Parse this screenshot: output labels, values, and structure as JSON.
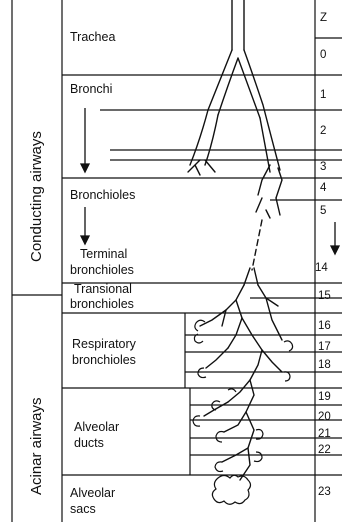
{
  "zones": {
    "conducting": "Conducting airways",
    "acinar": "Acinar airways"
  },
  "column_header": "Z",
  "regions": {
    "trachea": "Trachea",
    "bronchi": "Bronchi",
    "bronchioles": "Bronchioles",
    "terminal_line1": "Terminal",
    "terminal_line2": "bronchioles",
    "transitional_line1": "Transional",
    "transitional_line2": "bronchioles",
    "respiratory_line1": "Respiratory",
    "respiratory_line2": "bronchioles",
    "alveolar_ducts_line1": "Alveolar",
    "alveolar_ducts_line2": "ducts",
    "alveolar_sacs_line1": "Alveolar",
    "alveolar_sacs_line2": "sacs"
  },
  "generations": [
    "0",
    "1",
    "2",
    "3",
    "4",
    "5",
    "14",
    "15",
    "16",
    "17",
    "18",
    "19",
    "20",
    "21",
    "22",
    "23"
  ]
}
